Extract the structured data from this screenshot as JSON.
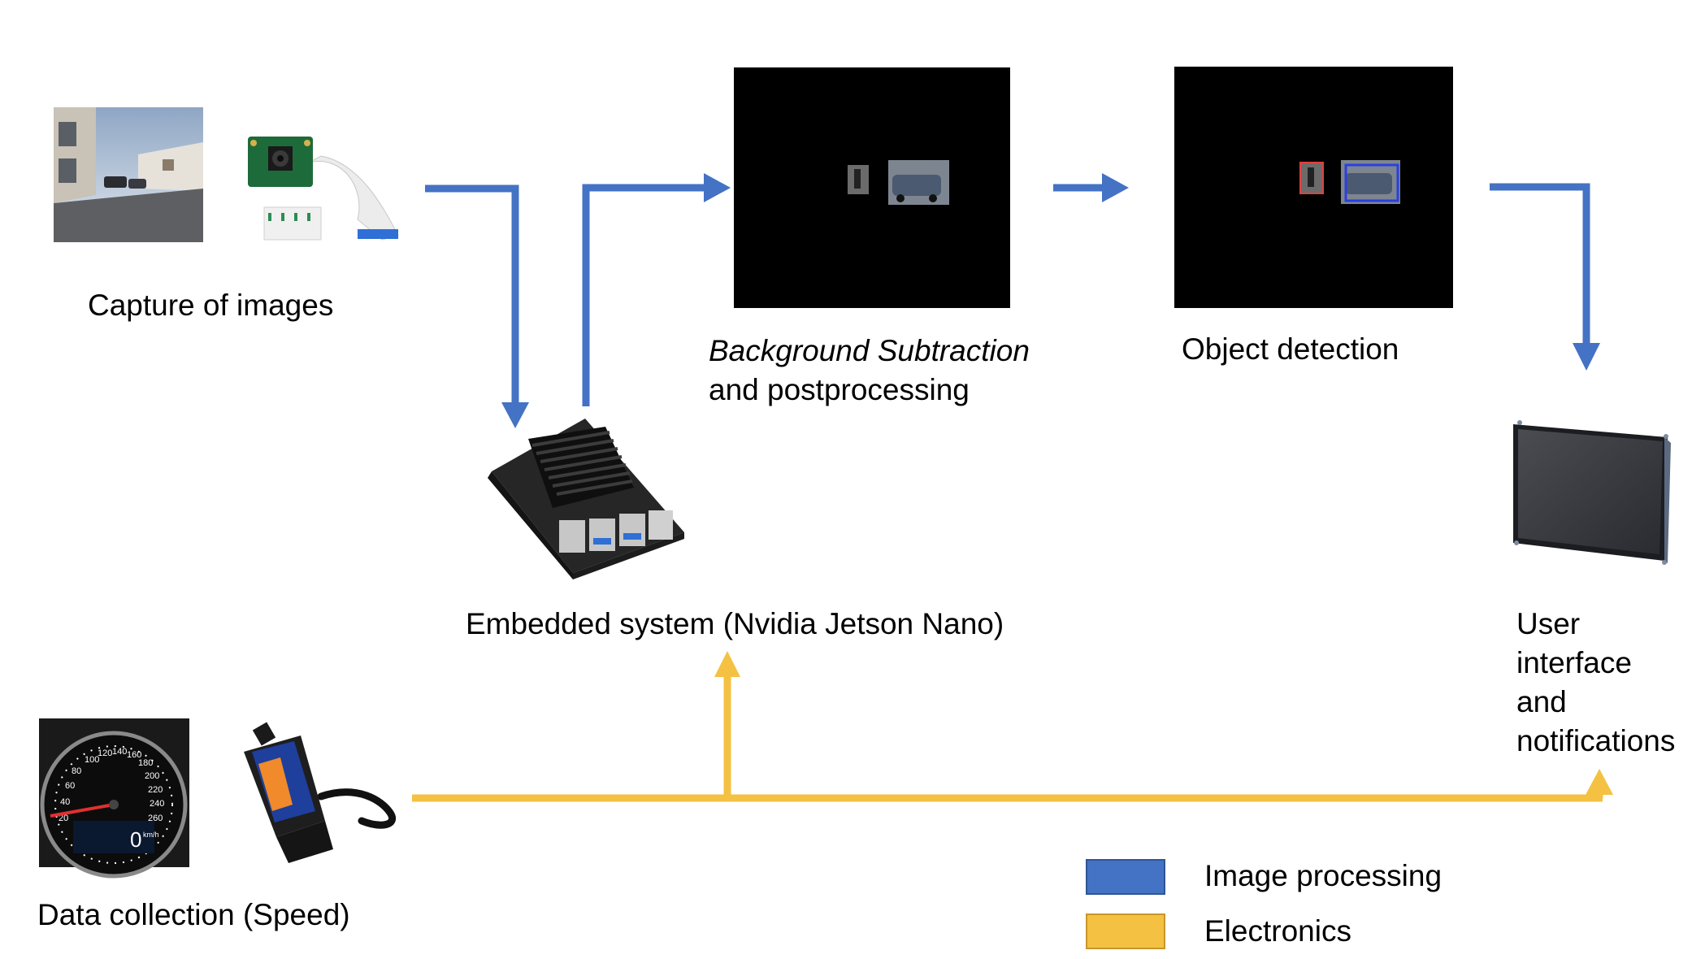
{
  "labels": {
    "capture": "Capture of images",
    "bg_sub_italic": "Background Subtraction",
    "bg_sub_rest": "and postprocessing",
    "object_detection": "Object detection",
    "embedded": "Embedded system (Nvidia Jetson Nano)",
    "ui_line1": "User",
    "ui_line2": "interface",
    "ui_line3": "and",
    "ui_line4": "notifications",
    "data_collection": "Data collection (Speed)"
  },
  "speedometer": {
    "ticks": [
      "60",
      "80",
      "100",
      "120",
      "140",
      "160",
      "180",
      "200",
      "220",
      "240",
      "260",
      "40",
      "20"
    ],
    "reading": "0",
    "unit": "km/h"
  },
  "legend": [
    {
      "label": "Image processing",
      "color": "#4472C4"
    },
    {
      "label": "Electronics",
      "color": "#F4C142"
    }
  ],
  "colors": {
    "image_processing": "#4472C4",
    "electronics": "#F4C142"
  },
  "icons": [
    "street-photo-icon",
    "camera-module-icon",
    "jetson-nano-board-icon",
    "display-screen-icon",
    "speedometer-icon",
    "obd-adapter-icon"
  ]
}
